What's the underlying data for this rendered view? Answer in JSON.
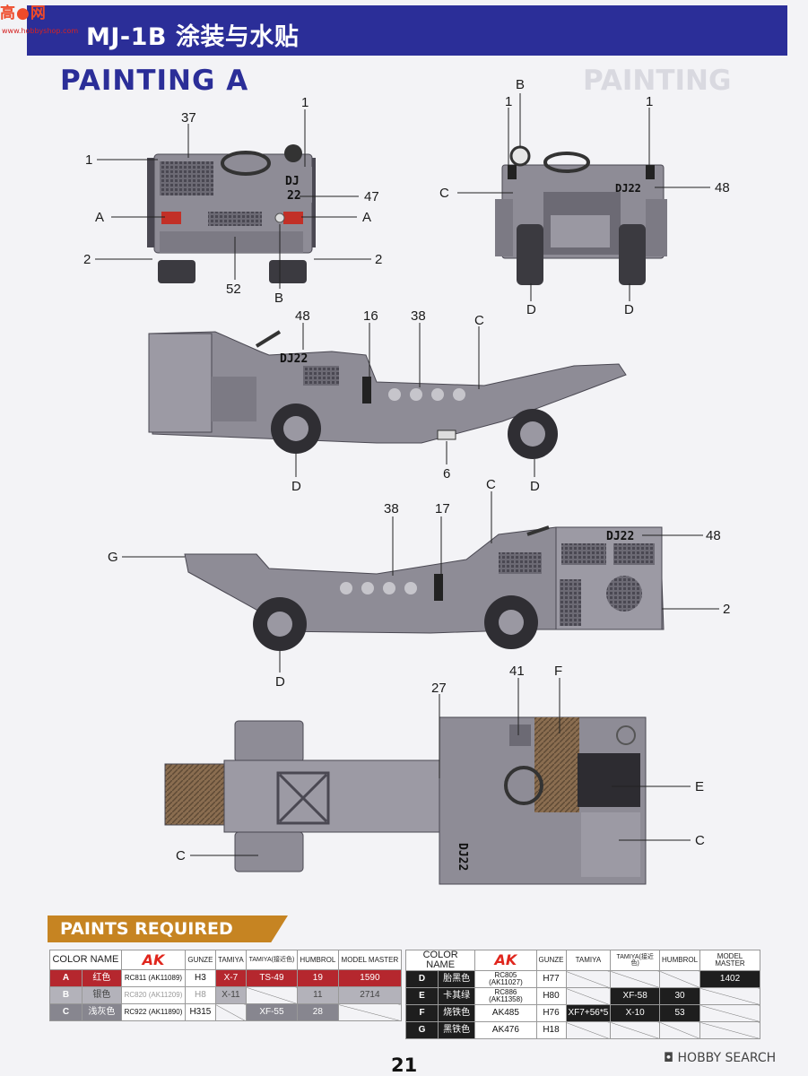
{
  "header": {
    "logo_text": "高●网",
    "logo_url": "www.hobbyshop.com",
    "title": "MJ-1B 涂装与水贴"
  },
  "section_title": "PAINTING A",
  "ghost_title": "PAINTING",
  "callouts": {
    "rear_view": [
      "37",
      "1",
      "1",
      "A",
      "A",
      "2",
      "2",
      "52",
      "B",
      "47",
      "DJ",
      "22"
    ],
    "front_view": [
      "B",
      "1",
      "1",
      "C",
      "48",
      "D",
      "D",
      "DJ22"
    ],
    "left_side": [
      "48",
      "16",
      "38",
      "C",
      "6",
      "D",
      "D",
      "DJ22"
    ],
    "right_side": [
      "C",
      "38",
      "17",
      "G",
      "48",
      "2",
      "D",
      "DJ22"
    ],
    "top_view": [
      "27",
      "41",
      "F",
      "E",
      "C",
      "C",
      "DJ22"
    ]
  },
  "paints": {
    "banner": "PAINTS REQUIRED",
    "headers": [
      "COLOR NAME",
      "AK",
      "GUNZE",
      "TAMIYA",
      "TAMIYA(接近色)",
      "HUMBROL",
      "MODEL MASTER"
    ],
    "headers_right": [
      "COLOR NAME",
      "AK",
      "GUNZE",
      "TAMIYA",
      "TAMIYA(接近色)",
      "HUMBROL",
      "MODEL MASTER"
    ],
    "left_rows": [
      {
        "code": "A",
        "name": "红色",
        "ak": "RC811 (AK11089)",
        "gunze": "H3",
        "tamiya": "X-7",
        "tamiya_near": "TS-49",
        "humbrol": "19",
        "model_master": "1590"
      },
      {
        "code": "B",
        "name": "银色",
        "ak": "RC820 (AK11209)",
        "gunze": "H8",
        "tamiya": "X-11",
        "tamiya_near": "",
        "humbrol": "11",
        "model_master": "2714"
      },
      {
        "code": "C",
        "name": "浅灰色",
        "ak": "RC922 (AK11890)",
        "gunze": "H315",
        "tamiya": "",
        "tamiya_near": "XF-55",
        "humbrol": "28",
        "model_master": ""
      }
    ],
    "right_rows": [
      {
        "code": "D",
        "name": "胎黑色",
        "ak": "RC805 (AK11027)",
        "gunze": "H77",
        "tamiya": "",
        "tamiya_near": "",
        "humbrol": "",
        "model_master": "1402"
      },
      {
        "code": "E",
        "name": "卡其绿",
        "ak": "RC886 (AK11358)",
        "gunze": "H80",
        "tamiya": "",
        "tamiya_near": "XF-58",
        "humbrol": "30",
        "model_master": ""
      },
      {
        "code": "F",
        "name": "烧铁色",
        "ak": "AK485",
        "gunze": "H76",
        "tamiya": "XF7+56*5",
        "tamiya_near": "X-10",
        "humbrol": "53",
        "model_master": ""
      },
      {
        "code": "G",
        "name": "黑铁色",
        "ak": "AK476",
        "gunze": "H18",
        "tamiya": "",
        "tamiya_near": "",
        "humbrol": "",
        "model_master": ""
      }
    ]
  },
  "page_number": "21",
  "watermark": "◘ HOBBY SEARCH",
  "colors": {
    "header_blue": "#2b2e98",
    "banner_orange": "#c68422",
    "vehicle_gray": "#8e8c96",
    "red": "#b5272e"
  }
}
